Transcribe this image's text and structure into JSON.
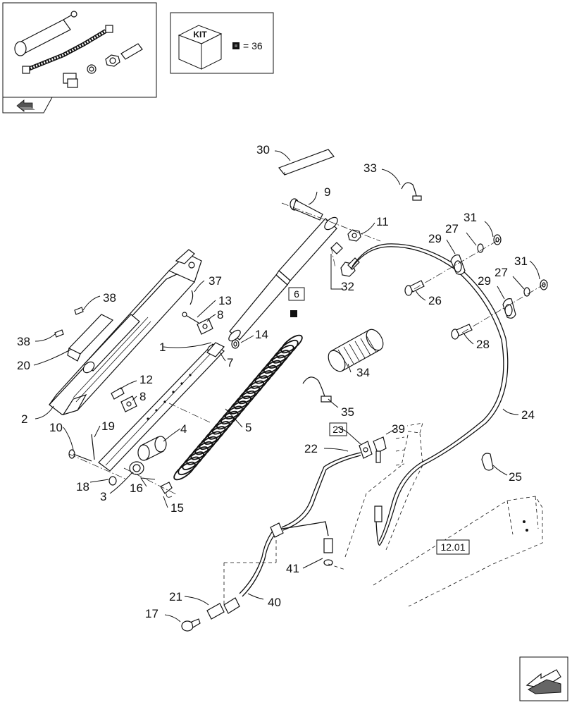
{
  "kit": {
    "cube_label": "KIT",
    "equals_text": "= 36"
  },
  "refs": {
    "ref_6": "6",
    "ref_23": "23",
    "ref_12_01": "12.01"
  },
  "callouts": {
    "c1": "1",
    "c2": "2",
    "c3": "3",
    "c4": "4",
    "c5": "5",
    "c7": "7",
    "c8a": "8",
    "c8b": "8",
    "c9": "9",
    "c10": "10",
    "c11": "11",
    "c12": "12",
    "c13": "13",
    "c14": "14",
    "c15": "15",
    "c16": "16",
    "c17": "17",
    "c18": "18",
    "c19": "19",
    "c20": "20",
    "c21": "21",
    "c22": "22",
    "c24": "24",
    "c25": "25",
    "c26": "26",
    "c27a": "27",
    "c27b": "27",
    "c28": "28",
    "c29a": "29",
    "c29b": "29",
    "c30": "30",
    "c31a": "31",
    "c31b": "31",
    "c32": "32",
    "c33": "33",
    "c34": "34",
    "c35": "35",
    "c37": "37",
    "c38a": "38",
    "c38b": "38",
    "c39": "39",
    "c40": "40",
    "c41": "41"
  },
  "icons": {
    "back_nav": "arrow-back-icon",
    "next_nav": "arrow-next-icon",
    "kit_marker": "kit-square-icon"
  }
}
